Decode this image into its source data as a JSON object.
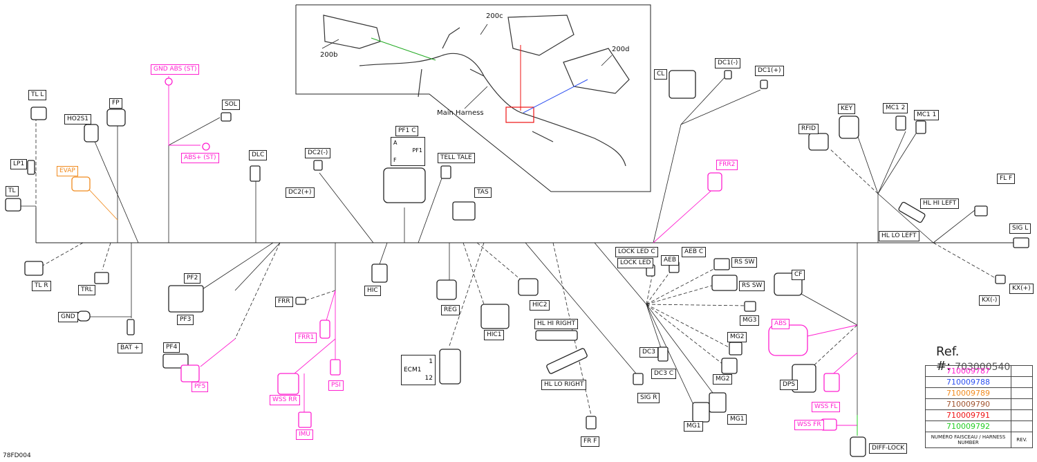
{
  "inset": {
    "labels": {
      "p200b": "200b",
      "p200c": "200c",
      "p200d": "200d",
      "main": "Main Harness"
    }
  },
  "labels": {
    "tl_l": "TL L",
    "ho2s1": "HO2S1",
    "fp": "FP",
    "gnd_abs": "GND ABS (ST)",
    "sol": "SOL",
    "lp1": "LP1",
    "evap": "EVAP",
    "abs_st": "ABS+ (ST)",
    "tl": "TL",
    "dlc": "DLC",
    "dc2m": "DC2(-)",
    "dc2p": "DC2(+)",
    "pf1c": "PF1 C",
    "tell": "TELL TALE",
    "tas": "TAS",
    "cl": "CL",
    "dc1m": "DC1(-)",
    "dc1p": "DC1(+)",
    "frr2": "FRR2",
    "rfid": "RFID",
    "key": "KEY",
    "mc12": "MC1 2",
    "mc11": "MC1 1",
    "flf": "FL F",
    "hlhileft": "HL HI LEFT",
    "hlloleft": "HL LO LEFT",
    "sigl": "SIG L",
    "kxp": "KX(+)",
    "kxm": "KX(-)",
    "tlr": "TL R",
    "trl": "TRL",
    "gnd": "GND",
    "batp": "BAT +",
    "pf2": "PF2",
    "pf3": "PF3",
    "pf4": "PF4",
    "pf5": "PF5",
    "frr": "FRR",
    "frr1": "FRR1",
    "psi": "PSI",
    "wssrr": "WSS RR",
    "imu": "IMU",
    "hic": "HIC",
    "reg": "REG",
    "hic2": "HIC2",
    "hic1": "HIC1",
    "ecm1": "ECM1",
    "hlhiright": "HL HI RIGHT",
    "hlloright": "HL LO RIGHT",
    "frf": "FR F",
    "sigr": "SIG R",
    "lockledc": "LOCK LED C",
    "lockled": "LOCK LED",
    "aeb": "AEB",
    "aebc": "AEB C",
    "rssw1": "RS SW",
    "rssw2": "RS SW",
    "mg3": "MG3",
    "mg2a": "MG2",
    "mg2b": "MG2",
    "mg1a": "MG1",
    "mg1b": "MG1",
    "dc3": "DC3",
    "dc3c": "DC3 C",
    "cf": "CF",
    "abs": "ABS",
    "dps": "DPS",
    "wssfl": "WSS FL",
    "wssfr": "WSS FR",
    "difflock": "DIFF-LOCK"
  },
  "pins": {
    "pf1_a": "A",
    "pf1_f": "F",
    "pf1": "PF1",
    "ecm_1": "1",
    "ecm_12": "12"
  },
  "ref": {
    "label": "Ref. #:",
    "number": "703000540"
  },
  "harness_table": {
    "rows": [
      {
        "number": "710009787",
        "color": "#ff1fd0"
      },
      {
        "number": "710009788",
        "color": "#2b4ef0"
      },
      {
        "number": "710009789",
        "color": "#f08a1d"
      },
      {
        "number": "710009790",
        "color": "#a0522d"
      },
      {
        "number": "710009791",
        "color": "#ee1111"
      },
      {
        "number": "710009792",
        "color": "#22cc22"
      }
    ],
    "footer_left": "NUMÉRO FAISCEAU / HARNESS NUMBER",
    "footer_right": "REV."
  },
  "figure_code": "78FD004"
}
